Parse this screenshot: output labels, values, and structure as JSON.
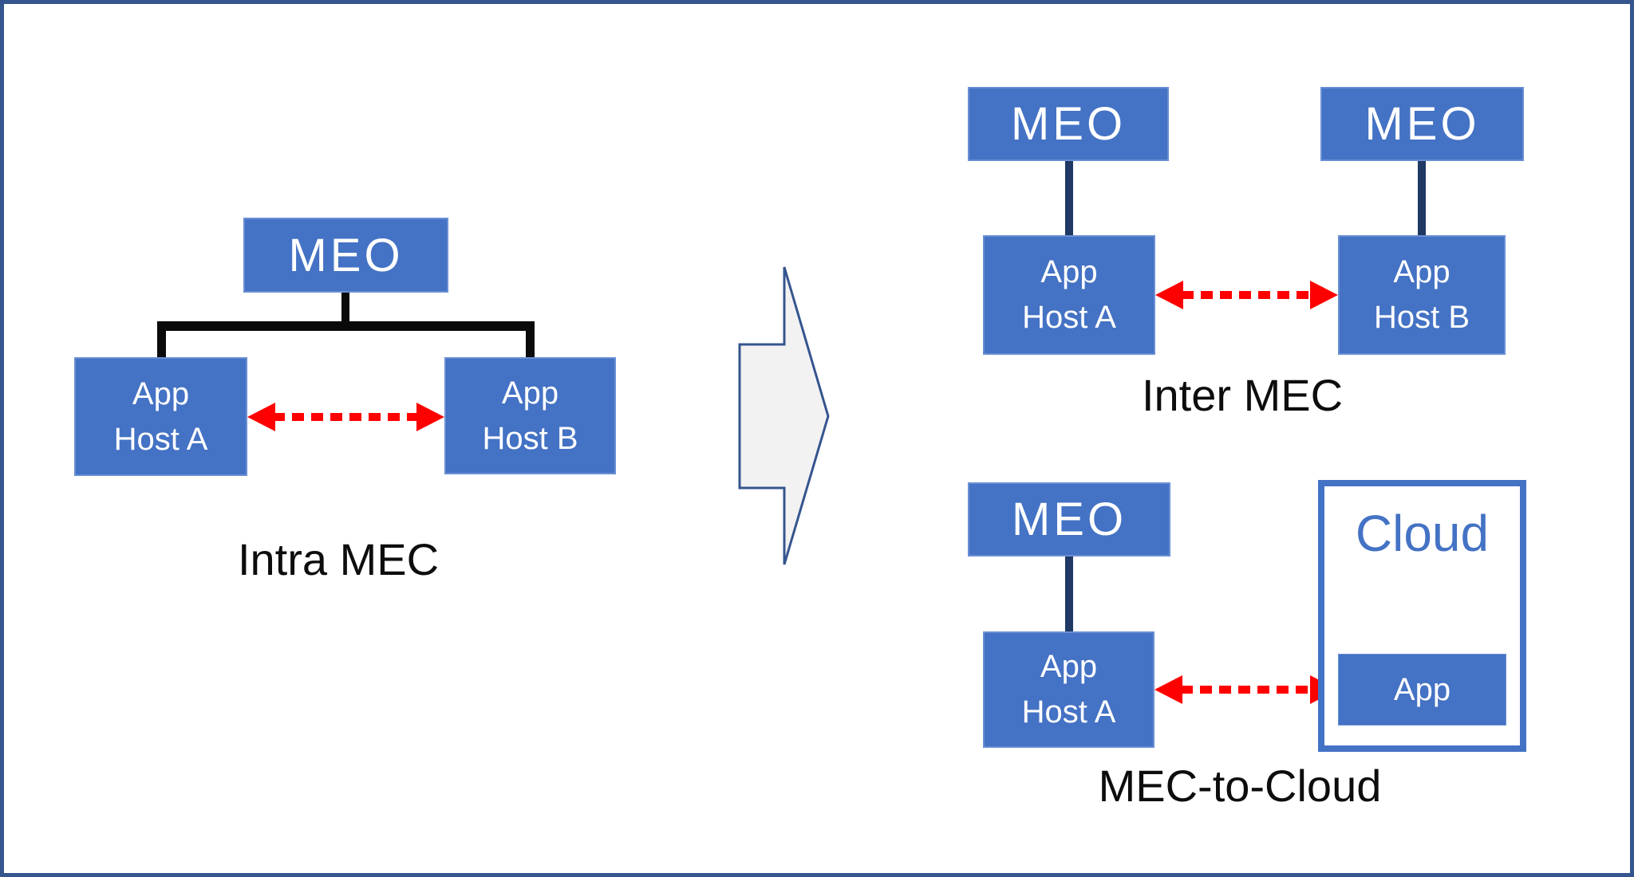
{
  "page": {
    "background": "#FFFFFF",
    "border_color": "#35558F"
  },
  "colors": {
    "node_blue": "#4472C4",
    "node_text": "#FFFFFF",
    "connector_navy": "#1F3864",
    "tree_black": "#0A0A0A",
    "arrow_red": "#FF0000",
    "block_arrow_fill": "#F2F2F2",
    "block_arrow_border": "#35558F",
    "cloud_border": "#4472C4",
    "cloud_text": "#4472C4",
    "caption_color": "#0D0D0D"
  },
  "intra_mec": {
    "caption": "Intra MEC",
    "meo": "MEO",
    "host_a_line1": "App",
    "host_a_line2": "Host A",
    "host_b_line1": "App",
    "host_b_line2": "Host B"
  },
  "inter_mec": {
    "caption": "Inter MEC",
    "meo_a": "MEO",
    "meo_b": "MEO",
    "host_a_line1": "App",
    "host_a_line2": "Host A",
    "host_b_line1": "App",
    "host_b_line2": "Host B"
  },
  "mec_to_cloud": {
    "caption": "MEC-to-Cloud",
    "meo": "MEO",
    "host_a_line1": "App",
    "host_a_line2": "Host A",
    "cloud_title": "Cloud",
    "cloud_app": "App"
  }
}
